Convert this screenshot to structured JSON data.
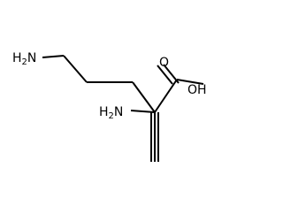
{
  "molecule": {
    "atoms": {
      "amine_terminal": {
        "main": "H",
        "sub": "2",
        "tail": "N"
      },
      "amine_alpha": {
        "main": "H",
        "sub": "2",
        "tail": "N"
      },
      "carbonyl_oxygen": "O",
      "hydroxyl": "OH"
    },
    "colors": {
      "bond": "#000000",
      "atom_label": "#000000",
      "background": "#ffffff"
    }
  }
}
